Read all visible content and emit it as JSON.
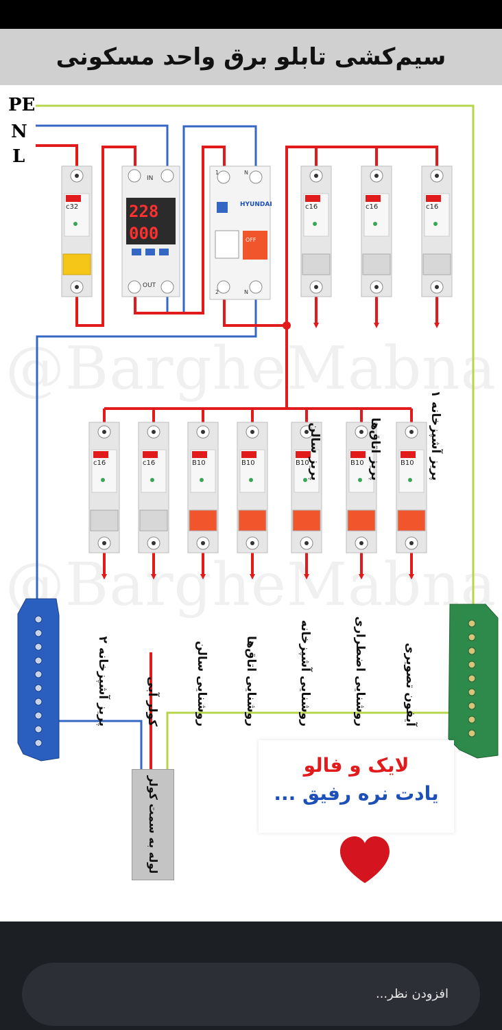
{
  "title": "سیم‌کشی تابلو برق واحد مسکونی",
  "watermark": "@BargheMabna",
  "phases": {
    "pe": "PE",
    "n": "N",
    "l": "L"
  },
  "colors": {
    "pe": "#b7d54a",
    "n": "#3466c4",
    "l": "#e11b1b",
    "pe_label": "#2a9d47",
    "n_label": "#1d4fb8",
    "l_label": "#e11b1b"
  },
  "devices": {
    "main_breaker": "c32",
    "voltage_protector": {
      "display_top": "228",
      "display_bottom": "000",
      "in_label": "IN",
      "out_label": "OUT"
    },
    "rcd": {
      "brand": "HYUNDAI",
      "terminal_1": "1",
      "terminal_n_top": "N",
      "terminal_2": "2",
      "terminal_n_bottom": "N",
      "off_label": "OFF"
    }
  },
  "top_breakers": [
    {
      "rating": "c16",
      "label": "پریز سالن"
    },
    {
      "rating": "c16",
      "label": "پریز اتاق‌ها"
    },
    {
      "rating": "c16",
      "label": "پریز آشپزخانه ۱"
    }
  ],
  "bottom_breakers": [
    {
      "rating": "c16",
      "label": "پریز آشپزخانه ۲"
    },
    {
      "rating": "c16",
      "label": "کولر آبی"
    },
    {
      "rating": "B10",
      "label": "روشنایی سالن"
    },
    {
      "rating": "B10",
      "label": "روشنایی اتاق‌ها"
    },
    {
      "rating": "B10",
      "label": "روشنایی آشپزخانه"
    },
    {
      "rating": "B10",
      "label": "روشنایی اضطراری"
    },
    {
      "rating": "B10",
      "label": "آیفون تصویری"
    }
  ],
  "pipe_label": "لوله به سمت کولر",
  "promo": {
    "line1": "لایک و فالو",
    "line2": "یادت نره رفیق ..."
  },
  "icons": {
    "heart": "heart-icon",
    "arrow": "arrow-down-icon"
  },
  "comment": {
    "placeholder": "افزودن نظر..."
  }
}
